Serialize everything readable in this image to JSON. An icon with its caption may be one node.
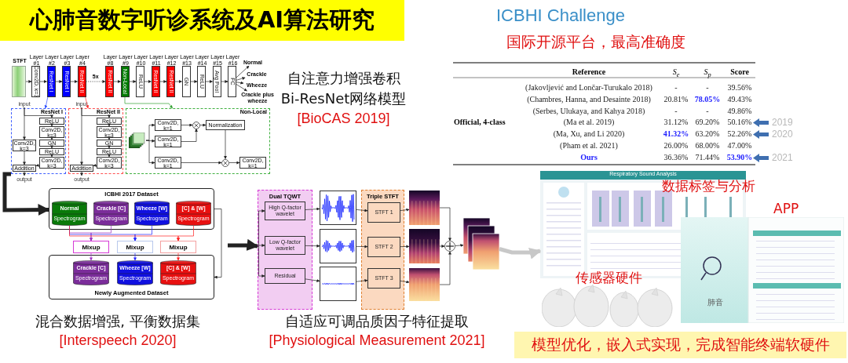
{
  "diagram": {
    "title": "心肺音数字听诊系统及AI算法研究",
    "nodes": [
      {
        "text": [
          "STFT"
        ]
      },
      {
        "text": [
          "Layer #1",
          "Conv2D, k=3"
        ]
      },
      {
        "text": [
          "Layer #2",
          "ResNet I"
        ]
      },
      {
        "text": [
          "Layer #3",
          "ResNet I"
        ]
      },
      {
        "text": [
          "Layer #4",
          "ResNet II"
        ]
      },
      {
        "text": [
          "Layer #8",
          "ResNet II"
        ]
      },
      {
        "text": [
          "Layer #9",
          "Non-Local"
        ]
      },
      {
        "text": [
          "Layer #10",
          "ReLU"
        ]
      },
      {
        "text": [
          "Layer #11",
          "ResNet II"
        ]
      },
      {
        "text": [
          "Layer #12",
          "ResNet II"
        ]
      },
      {
        "text": [
          "Layer #13",
          "GN"
        ]
      },
      {
        "text": [
          "Layer #14",
          "ReLU"
        ]
      },
      {
        "text": [
          "Layer #15",
          "Avg Pool"
        ]
      },
      {
        "text": [
          "Layer #16",
          "FC"
        ]
      },
      {
        "text": [
          "Normal"
        ]
      },
      {
        "text": [
          "Crackle"
        ]
      },
      {
        "text": [
          "Wheeze"
        ]
      },
      {
        "text": [
          "Crackle plus wheeze"
        ]
      },
      {
        "text": [
          "ResNet I"
        ]
      },
      {
        "text": [
          "input"
        ]
      },
      {
        "text": [
          "ReLU"
        ],
        "in": 18
      },
      {
        "text": [
          "Conv2D, k=3"
        ],
        "in": 18
      },
      {
        "text": [
          "GN"
        ],
        "in": 18
      },
      {
        "text": [
          "ReLU"
        ],
        "in": 18
      },
      {
        "text": [
          "Conv2D, k=3"
        ],
        "in": 18
      },
      {
        "text": [
          "Conv2D, k=3"
        ],
        "in": 18
      },
      {
        "text": [
          "Addition"
        ],
        "in": 18
      },
      {
        "text": [
          "output"
        ]
      },
      {
        "text": [
          "ResNet II"
        ]
      },
      {
        "text": [
          "input"
        ]
      },
      {
        "text": [
          "ReLU"
        ],
        "in": 28
      },
      {
        "text": [
          "Conv2D, k=3"
        ],
        "in": 28
      },
      {
        "text": [
          "GN"
        ],
        "in": 28
      },
      {
        "text": [
          "ReLU"
        ],
        "in": 28
      },
      {
        "text": [
          "Conv2D, k=3"
        ],
        "in": 28
      },
      {
        "text": [
          "Addition"
        ],
        "in": 28
      },
      {
        "text": [
          "output"
        ]
      },
      {
        "text": [
          "Non-Local"
        ]
      },
      {
        "text": [],
        "shape": "picture",
        "in": 37
      },
      {
        "text": [
          "Conv2D, k=1"
        ],
        "in": 37
      },
      {
        "text": [
          "Conv2D, k=1"
        ],
        "in": 37
      },
      {
        "text": [
          "Conv2D, k=1"
        ],
        "in": 37
      },
      {
        "text": [],
        "shape": "circle",
        "in": 37
      },
      {
        "text": [
          "Normalization"
        ],
        "in": 37
      },
      {
        "text": [],
        "shape": "circle",
        "in": 37
      },
      {
        "text": [
          "Conv2D, k=1"
        ],
        "in": 37
      },
      {
        "text": [
          "ICBHI 2017 Dataset"
        ]
      },
      {
        "text": [
          "Normal",
          "Spectrogram"
        ],
        "in": 46
      },
      {
        "text": [
          "Crackle [C]",
          "Spectrogram"
        ],
        "in": 46
      },
      {
        "text": [
          "Wheeze [W]",
          "Spectrogram"
        ],
        "in": 46
      },
      {
        "text": [
          "[C] & [W]",
          "Spectrogram"
        ],
        "in": 46
      },
      {
        "text": [
          "Mixup"
        ]
      },
      {
        "text": [
          "Mixup"
        ]
      },
      {
        "text": [
          "Mixup"
        ]
      },
      {
        "text": [
          "Newly Augmented Dataset"
        ]
      },
      {
        "text": [
          "Crackle [C]",
          "Spectrogram"
        ],
        "in": 54
      },
      {
        "text": [
          "Wheeze [W]",
          "Spectrogram"
        ],
        "in": 54
      },
      {
        "text": [
          "[C] & [W]",
          "Spectrogram"
        ],
        "in": 54
      },
      {
        "text": [
          "Dual TQWT"
        ]
      },
      {
        "text": [
          "High Q-factor wavelet"
        ],
        "in": 58
      },
      {
        "text": [
          "Low Q-factor wavelet"
        ],
        "in": 58
      },
      {
        "text": [
          "Residual"
        ],
        "in": 58
      },
      {
        "text": [],
        "shape": "picture"
      },
      {
        "text": [],
        "shape": "picture"
      },
      {
        "text": [],
        "shape": "picture"
      },
      {
        "text": [
          "Triple STFT"
        ]
      },
      {
        "text": [
          "STFT 1"
        ],
        "in": 65
      },
      {
        "text": [
          "STFT 2"
        ],
        "in": 65
      },
      {
        "text": [
          "STFT 3"
        ],
        "in": 65
      },
      {
        "text": [],
        "shape": "picture"
      },
      {
        "text": [],
        "shape": "picture"
      },
      {
        "text": [],
        "shape": "picture"
      },
      {
        "text": [],
        "shape": "circle"
      },
      {
        "text": [],
        "shape": "picture"
      },
      {
        "text": [],
        "shape": "picture"
      },
      {
        "text": [],
        "shape": "picture"
      },
      {
        "text": [],
        "shape": "picture"
      }
    ],
    "edges": [
      {
        "from": 0,
        "to": 1,
        "arrow": "to"
      },
      {
        "from": 1,
        "to": 2,
        "arrow": "to"
      },
      {
        "from": 2,
        "to": 3,
        "arrow": "to"
      },
      {
        "from": 3,
        "to": 4,
        "arrow": "to"
      },
      {
        "from": 4,
        "to": 5,
        "arrow": "to",
        "label": "5x",
        "style": "dashed"
      },
      {
        "from": 5,
        "to": 6,
        "arrow": "to"
      },
      {
        "from": 6,
        "to": 7,
        "arrow": "to"
      },
      {
        "from": 7,
        "to": 8,
        "arrow": "to"
      },
      {
        "from": 8,
        "to": 9,
        "arrow": "to"
      },
      {
        "from": 9,
        "to": 10,
        "arrow": "to"
      },
      {
        "from": 10,
        "to": 11,
        "arrow": "to"
      },
      {
        "from": 11,
        "to": 12,
        "arrow": "to"
      },
      {
        "from": 12,
        "to": 13,
        "arrow": "to"
      },
      {
        "from": 13,
        "to": 14,
        "arrow": "to"
      },
      {
        "from": 13,
        "to": 15,
        "arrow": "to"
      },
      {
        "from": 13,
        "to": 16,
        "arrow": "to"
      },
      {
        "from": 13,
        "to": 17,
        "arrow": "to"
      },
      {
        "from": 2,
        "to": 18,
        "arrow": "to",
        "color": "#3050ff"
      },
      {
        "from": 4,
        "to": 28,
        "arrow": "to",
        "color": "#ff3030"
      },
      {
        "from": 6,
        "to": 37,
        "arrow": "to",
        "color": "#30a030"
      },
      {
        "from": 19,
        "to": 20,
        "arrow": "to"
      },
      {
        "from": 19,
        "to": 25,
        "arrow": "to"
      },
      {
        "from": 20,
        "to": 21,
        "arrow": "to"
      },
      {
        "from": 21,
        "to": 22,
        "arrow": "to"
      },
      {
        "from": 22,
        "to": 23,
        "arrow": "to"
      },
      {
        "from": 23,
        "to": 24,
        "arrow": "to"
      },
      {
        "from": 24,
        "to": 26,
        "arrow": "to"
      },
      {
        "from": 25,
        "to": 26,
        "arrow": "to"
      },
      {
        "from": 26,
        "to": 27,
        "arrow": "to"
      },
      {
        "from": 29,
        "to": 30,
        "arrow": "to"
      },
      {
        "from": 29,
        "to": 35,
        "arrow": "to"
      },
      {
        "from": 30,
        "to": 31,
        "arrow": "to"
      },
      {
        "from": 31,
        "to": 32,
        "arrow": "to"
      },
      {
        "from": 32,
        "to": 33,
        "arrow": "to"
      },
      {
        "from": 33,
        "to": 34,
        "arrow": "to"
      },
      {
        "from": 34,
        "to": 35,
        "arrow": "to"
      },
      {
        "from": 35,
        "to": 36,
        "arrow": "to"
      },
      {
        "from": 38,
        "to": 39,
        "arrow": "to"
      },
      {
        "from": 38,
        "to": 40,
        "arrow": "to"
      },
      {
        "from": 38,
        "to": 41,
        "arrow": "to"
      },
      {
        "from": 39,
        "to": 42,
        "arrow": "to"
      },
      {
        "from": 40,
        "to": 42,
        "arrow": "to"
      },
      {
        "from": 42,
        "to": 43,
        "arrow": "to"
      },
      {
        "from": 43,
        "to": 44,
        "arrow": "to"
      },
      {
        "from": 41,
        "to": 44,
        "arrow": "to"
      },
      {
        "from": 44,
        "to": 45,
        "arrow": "to"
      },
      {
        "from": 18,
        "to": 46,
        "arrow": "to",
        "style": "thick"
      },
      {
        "from": 46,
        "to": 54,
        "arrow": "to"
      },
      {
        "from": 47,
        "to": 51,
        "arrow": "to",
        "color": "#9b30c0"
      },
      {
        "from": 48,
        "to": 51,
        "arrow": "to",
        "color": "#9b30c0"
      },
      {
        "from": 47,
        "to": 52,
        "arrow": "to",
        "color": "#2020ff"
      },
      {
        "from": 49,
        "to": 52,
        "arrow": "to",
        "color": "#2020ff"
      },
      {
        "from": 47,
        "to": 53,
        "arrow": "to",
        "color": "#ff2020"
      },
      {
        "from": 50,
        "to": 53,
        "arrow": "to",
        "color": "#ff2020"
      },
      {
        "from": 51,
        "to": 55,
        "arrow": "to",
        "color": "#9b30c0"
      },
      {
        "from": 52,
        "to": 56,
        "arrow": "to",
        "color": "#2020ff"
      },
      {
        "from": 53,
        "to": 57,
        "arrow": "to",
        "color": "#ff2020"
      },
      {
        "from": null,
        "to": 58,
        "arrow": "to",
        "style": "thick"
      },
      {
        "from": 58,
        "to": 59,
        "arrow": "to"
      },
      {
        "from": 58,
        "to": 60,
        "arrow": "to"
      },
      {
        "from": 58,
        "to": 61,
        "arrow": "to"
      },
      {
        "from": 59,
        "to": 62,
        "arrow": "to"
      },
      {
        "from": 60,
        "to": 63,
        "arrow": "to"
      },
      {
        "from": 61,
        "to": 64,
        "arrow": "to"
      },
      {
        "from": 62,
        "to": 66,
        "arrow": "to"
      },
      {
        "from": 63,
        "to": 67,
        "arrow": "to"
      },
      {
        "from": 64,
        "to": 68,
        "arrow": "to"
      },
      {
        "from": 66,
        "to": 69,
        "arrow": "to"
      },
      {
        "from": 67,
        "to": 70,
        "arrow": "to"
      },
      {
        "from": 68,
        "to": 71,
        "arrow": "to"
      },
      {
        "from": 69,
        "to": 72,
        "arrow": "to"
      },
      {
        "from": 70,
        "to": 72,
        "arrow": "to"
      },
      {
        "from": 71,
        "to": 72,
        "arrow": "to"
      },
      {
        "from": 72,
        "to": 73,
        "arrow": "to"
      },
      {
        "from": 73,
        "to": 74,
        "arrow": "to",
        "style": "thick",
        "color": "#c8c8c8"
      }
    ],
    "labels": [
      "ICBHI Challenge",
      "国际开源平台，最高准确度",
      "Reference",
      "S$_{e}$",
      "S$_{p}$",
      "Score",
      "(Jakovljević and Lončar-Turukalo 2018)",
      "-",
      "-",
      "39.56%",
      "(Chambres, Hanna, and Desainte 2018)",
      "20.81%",
      "78.05%",
      "49.43%",
      "(Serbes, Ulukaya, and Kahya 2018)",
      "-",
      "-",
      "49.86%",
      "Official, 4-class",
      "(Ma et al. 2019)",
      "31.12%",
      "69.20%",
      "50.16%",
      "2019",
      "(Ma, Xu, and Li 2020)",
      "41.32%",
      "63.20%",
      "52.26%",
      "2020",
      "(Pham et al. 2021)",
      "26.00%",
      "68.00%",
      "47.00%",
      "Ours",
      "36.36%",
      "71.44%",
      "53.90%",
      "2021",
      "自注意力增强卷积",
      "Bi-ResNet网络模型",
      "[BioCAS 2019]",
      "混合数据增强, 平衡数据集",
      "[Interspeech 2020]",
      "自适应可调品质因子特征提取",
      "[Physiological Measurement 2021]",
      "数据标签与分析",
      "APP",
      "传感器硬件",
      "Respiratory Sound Analysis",
      "肺音",
      "模型优化，嵌入式实现，完成智能终端软硬件"
    ]
  }
}
